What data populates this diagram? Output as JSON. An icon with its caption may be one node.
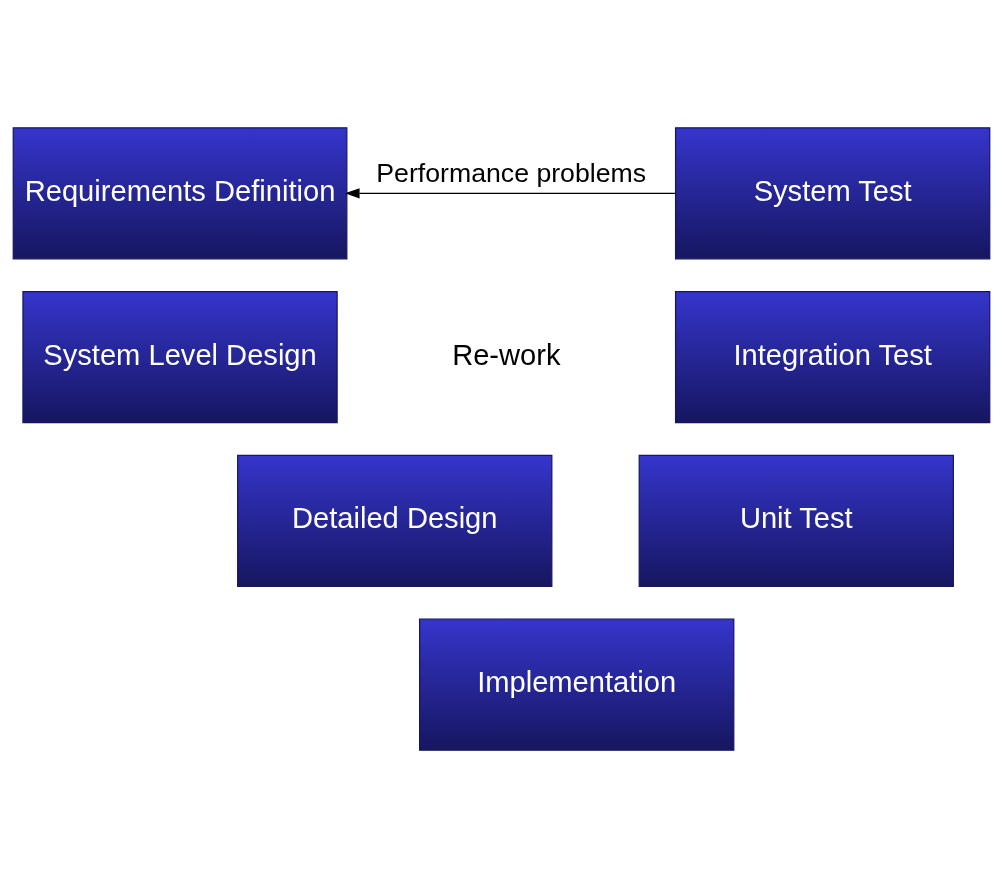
{
  "diagram": {
    "nodes": [
      {
        "text": [
          "Requirements Definition"
        ]
      },
      {
        "text": [
          "System Test"
        ]
      },
      {
        "text": [
          "System Level Design"
        ]
      },
      {
        "text": [
          "Integration Test"
        ]
      },
      {
        "text": [
          "Detailed Design"
        ]
      },
      {
        "text": [
          "Unit Test"
        ]
      },
      {
        "text": [
          "Implementation"
        ]
      }
    ],
    "edges": [
      {
        "from": 1,
        "to": 0,
        "arrow": "to",
        "label": "Performance problems"
      }
    ],
    "labels": [
      "Re-work"
    ]
  }
}
